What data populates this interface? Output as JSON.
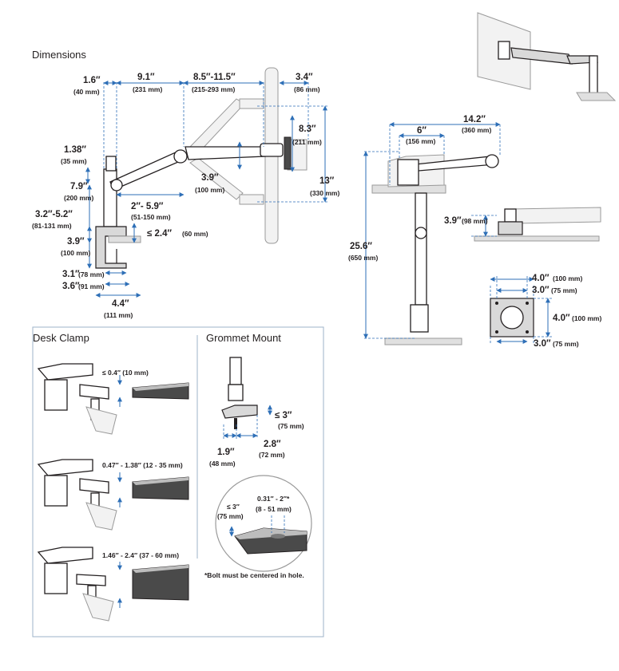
{
  "headings": {
    "dimensions": "Dimensions",
    "desk_clamp": "Desk Clamp",
    "grommet_mount": "Grommet Mount"
  },
  "side_view": {
    "d1": {
      "main": "1.6″",
      "sub": "(40 mm)"
    },
    "d2": {
      "main": "9.1″",
      "sub": "(231 mm)"
    },
    "d3": {
      "main": "8.5″-11.5″",
      "sub": "(215-293 mm)"
    },
    "d4": {
      "main": "3.4″",
      "sub": "(86 mm)"
    },
    "d5": {
      "main": "8.3″",
      "sub": "(211 mm)"
    },
    "d6": {
      "main": "1.38″",
      "sub": "(35 mm)"
    },
    "d7": {
      "main": "7.9″",
      "sub": "(200 mm)"
    },
    "d8": {
      "main": "3.9″",
      "sub": "(100 mm)"
    },
    "d9": {
      "main": "13″",
      "sub": "(330 mm)"
    },
    "d10": {
      "main": "2″- 5.9″",
      "sub": "(51-150 mm)"
    },
    "d11": {
      "main": "3.2″-5.2″",
      "sub": "(81-131 mm)"
    },
    "d12": {
      "main": "≤ 2.4″",
      "sub": "(60 mm)"
    },
    "d13": {
      "main": "3.9″",
      "sub": "(100 mm)"
    },
    "d14": {
      "main": "3.1″",
      "sub": "(78 mm)"
    },
    "d15": {
      "main": "3.6″",
      "sub": "(91 mm)"
    },
    "d16": {
      "main": "4.4″",
      "sub": "(111 mm)"
    }
  },
  "front_view": {
    "d1": {
      "main": "14.2″",
      "sub": "(360 mm)"
    },
    "d2": {
      "main": "6″",
      "sub": "(156 mm)"
    },
    "d3": {
      "main": "25.6″",
      "sub": "(650 mm)"
    },
    "d4": {
      "main": "3.9″",
      "sub": "(98 mm)"
    }
  },
  "vesa": {
    "top_outer": {
      "main": "4.0″",
      "sub": "(100 mm)"
    },
    "top_inner": {
      "main": "3.0″",
      "sub": "(75 mm)"
    },
    "right": {
      "main": "4.0″",
      "sub": "(100 mm)"
    },
    "bottom": {
      "main": "3.0″",
      "sub": "(75 mm)"
    }
  },
  "desk_clamp": {
    "c1": "≤ 0.4″ (10 mm)",
    "c2": "0.47″ - 1.38″ (12 - 35 mm)",
    "c3": "1.46″ - 2.4″ (37 - 60 mm)"
  },
  "grommet": {
    "h": {
      "main": "≤ 3″",
      "sub": "(75 mm)"
    },
    "w1": {
      "main": "1.9″",
      "sub": "(48 mm)"
    },
    "w2": {
      "main": "2.8″",
      "sub": "(72 mm)"
    },
    "circle_h": {
      "main": "≤ 3″",
      "sub": "(75 mm)"
    },
    "hole": {
      "main": "0.31″ - 2″*",
      "sub": "(8 - 51 mm)"
    },
    "note": "*Bolt must be centered in hole."
  },
  "colors": {
    "dimension_line": "#2e6fb7",
    "ink": "#231f20",
    "panel_border": "#9db3c9"
  }
}
